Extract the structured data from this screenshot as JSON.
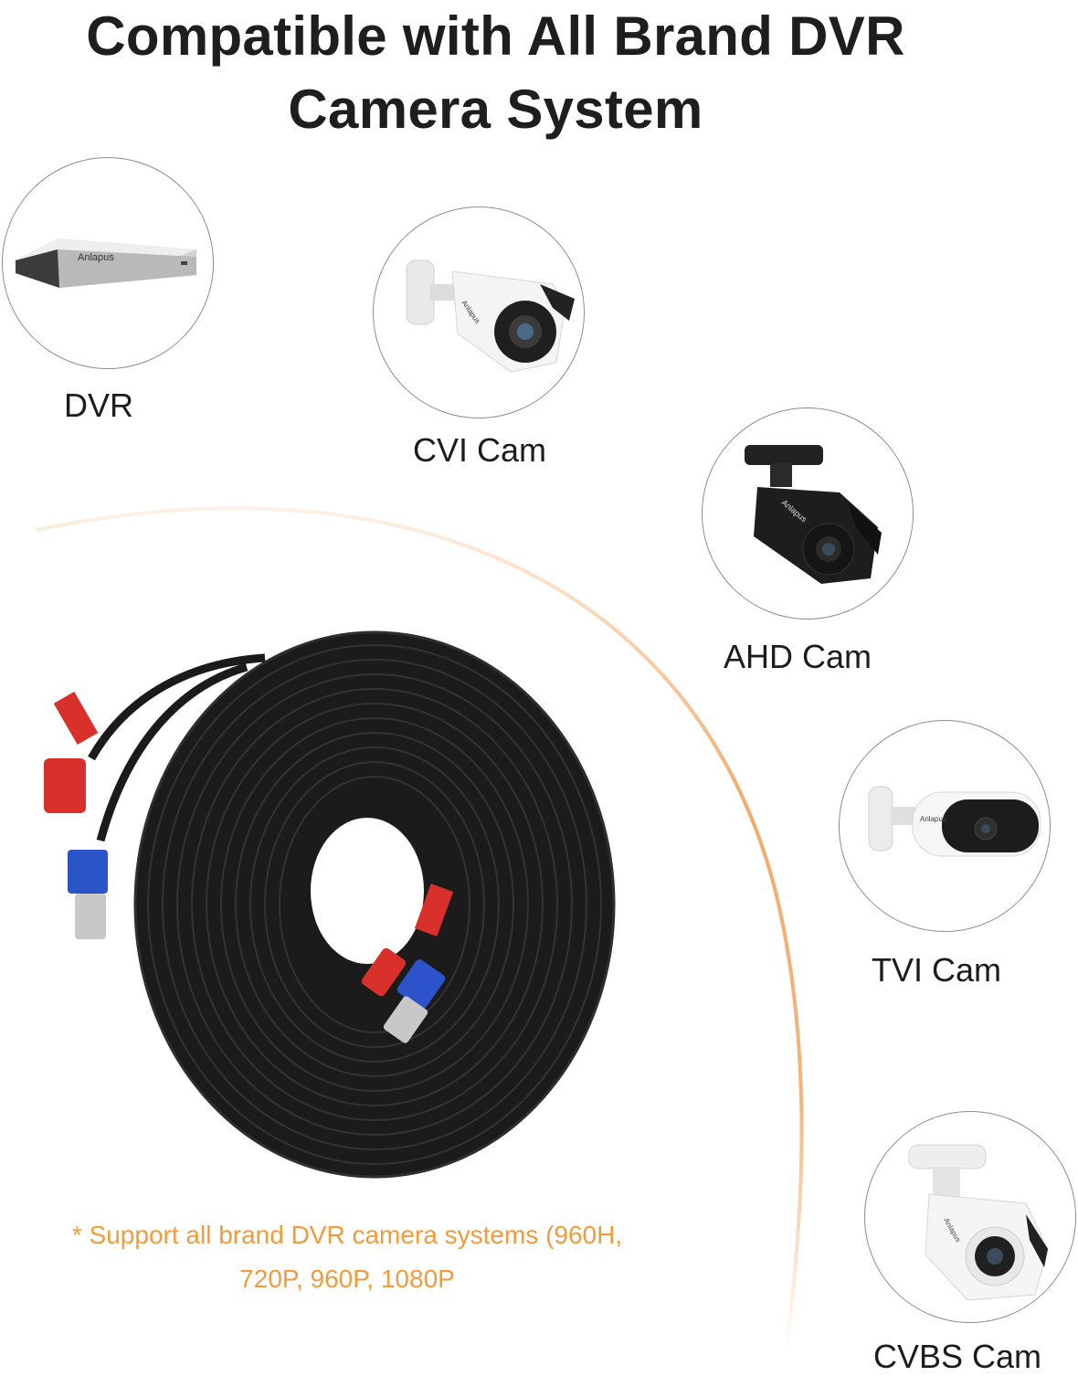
{
  "title": {
    "line1": "Compatible with All Brand DVR",
    "line2": "Camera System"
  },
  "devices": [
    {
      "label": "DVR",
      "icon": "dvr-icon"
    },
    {
      "label": "CVI Cam",
      "icon": "white-bullet-camera-icon"
    },
    {
      "label": "AHD Cam",
      "icon": "black-bullet-camera-icon"
    },
    {
      "label": "TVI Cam",
      "icon": "white-camera-icon"
    },
    {
      "label": "CVBS Cam",
      "icon": "white-bullet-camera-icon"
    }
  ],
  "brand_on_devices": "Anlapus",
  "note": {
    "line1": "* Support all brand DVR camera systems (960H,",
    "line2": "720P, 960P, 1080P"
  },
  "colors": {
    "accent": "#f29b3a",
    "arc": "#f2a15a",
    "cable": "#1b1b1b",
    "red_plug": "#d9302b",
    "blue_plug": "#2c53c9"
  }
}
